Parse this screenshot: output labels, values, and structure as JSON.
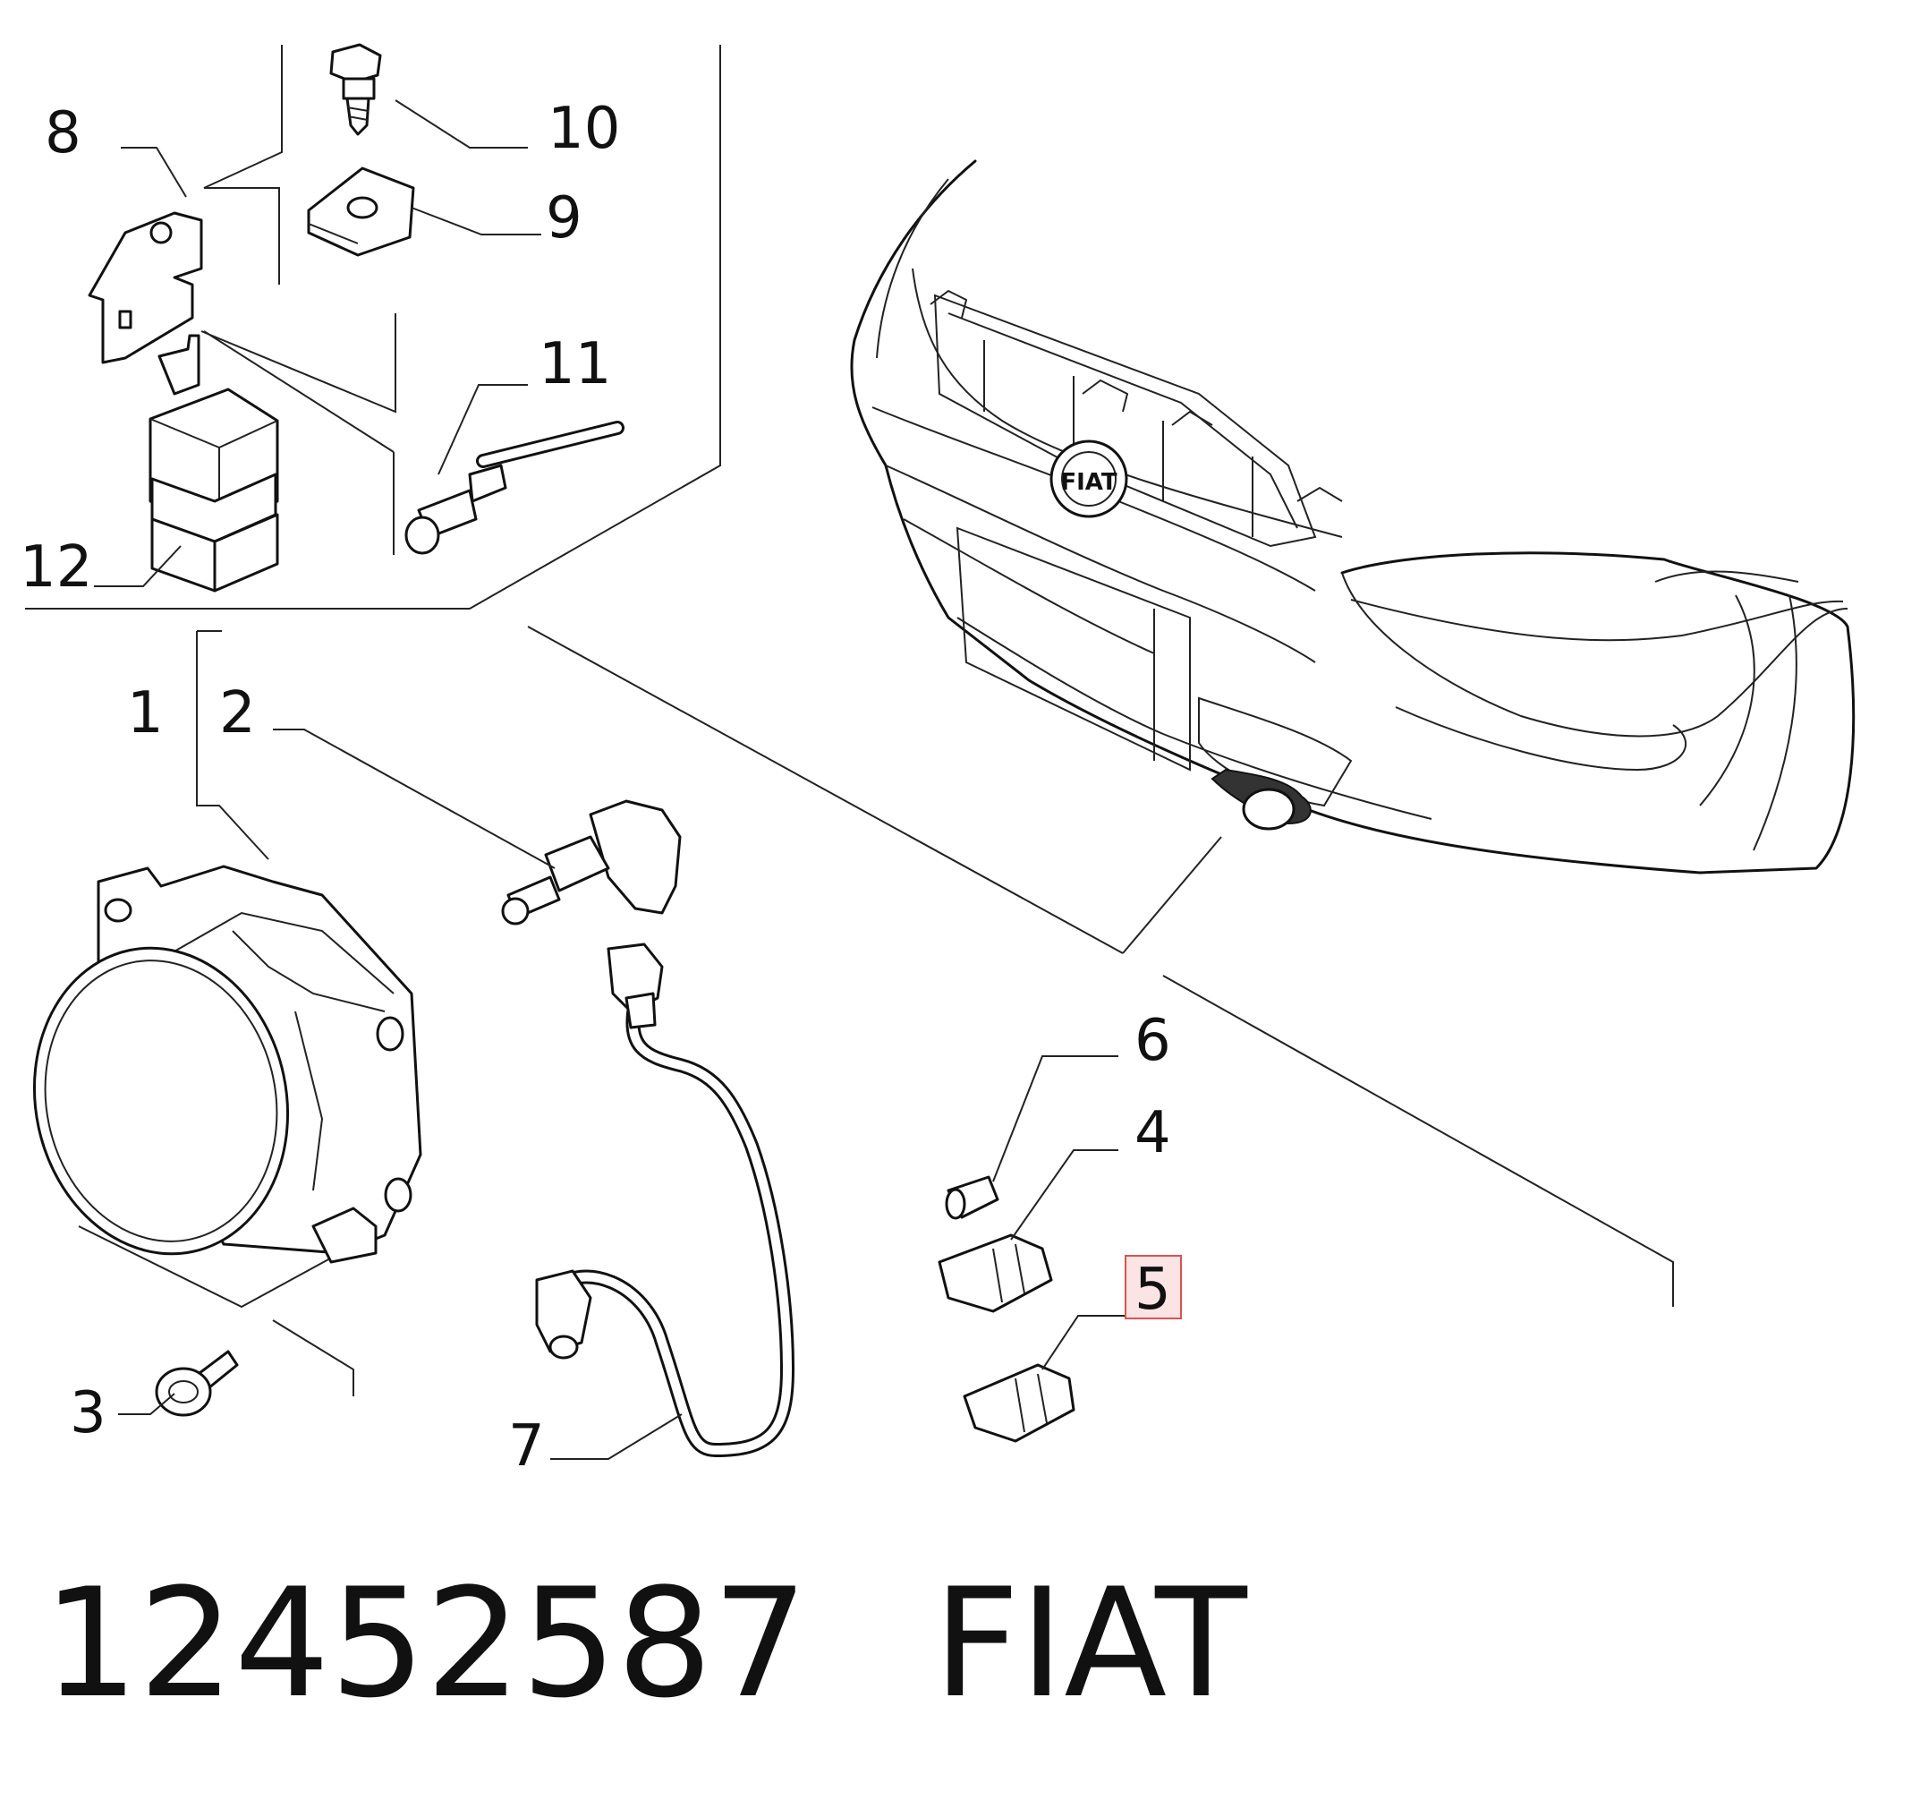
{
  "callouts": {
    "c1": "1",
    "c2": "2",
    "c3": "3",
    "c4": "4",
    "c5": "5",
    "c6": "6",
    "c7": "7",
    "c8": "8",
    "c9": "9",
    "c10": "10",
    "c11": "11",
    "c12": "12"
  },
  "highlight_color": "#d9534f",
  "footer": {
    "part_number": "12452587",
    "brand": "FIAT"
  },
  "badge": "FIAT"
}
